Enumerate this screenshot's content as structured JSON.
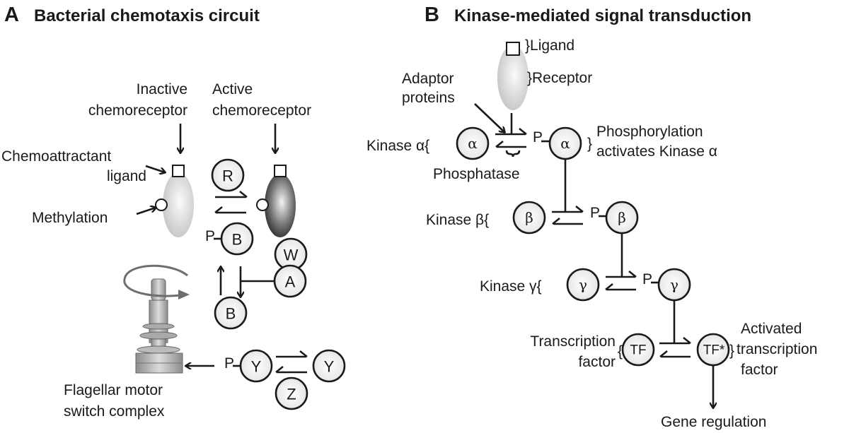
{
  "panel_a": {
    "letter": "A",
    "title": "Bacterial chemotaxis circuit",
    "inactive_label": [
      "Inactive",
      "chemoreceptor"
    ],
    "active_label": [
      "Active",
      "chemoreceptor"
    ],
    "ligand_label": [
      "Chemoattractant",
      "ligand"
    ],
    "methylation_label": "Methylation",
    "motor_label": [
      "Flagellar motor",
      "switch complex"
    ],
    "phospho_mark": "P",
    "nodes": {
      "R": "R",
      "B_p": "B",
      "W": "W",
      "A": "A",
      "B": "B",
      "Y_p": "Y",
      "Y": "Y",
      "Z": "Z"
    }
  },
  "panel_b": {
    "letter": "B",
    "title": "Kinase-mediated signal transduction",
    "ligand_label": "}Ligand",
    "receptor_label": "}Receptor",
    "adaptor_label": [
      "Adaptor",
      "proteins"
    ],
    "phosphatase_label": "Phosphatase",
    "kinase_alpha_label": "Kinase α{",
    "kinase_beta_label": "Kinase β{",
    "kinase_gamma_label": "Kinase γ{",
    "phosphorylation_label": [
      "Phosphorylation",
      "activates Kinase α"
    ],
    "tf_label": [
      "Transcription",
      "factor"
    ],
    "activated_tf_label": [
      "Activated",
      "transcription",
      "factor"
    ],
    "gene_regulation_label": "Gene regulation",
    "phospho_mark": "P",
    "nodes": {
      "alpha": "α",
      "beta": "β",
      "gamma": "γ",
      "tf": "TF",
      "tf_active": "TF*"
    }
  },
  "colors": {
    "ink": "#1a1a1a",
    "node_fill": "#ececec",
    "receptor_light": "#cfcfcf",
    "receptor_dark": "#2a2a2a",
    "rotation_arrow": "#6e6e6e"
  }
}
